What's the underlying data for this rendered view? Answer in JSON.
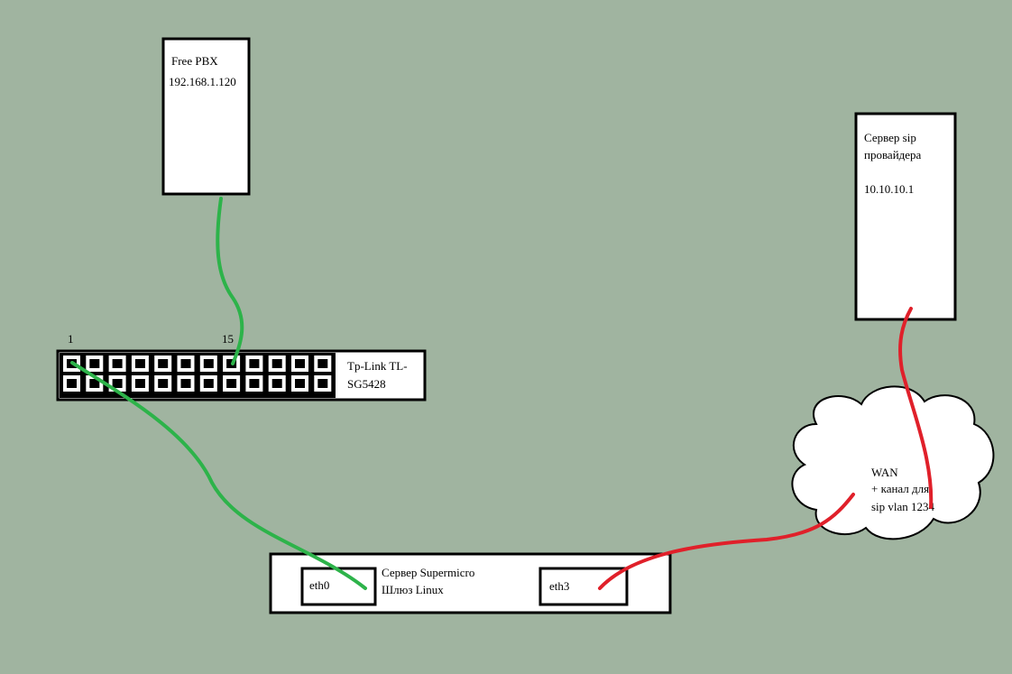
{
  "colors": {
    "background": "#a0b4a0",
    "box_fill": "#ffffff",
    "box_stroke": "#000000",
    "cable_lan": "#2db34a",
    "cable_wan": "#e0202a"
  },
  "pbx": {
    "name": "Free PBX",
    "ip": "192.168.1.120"
  },
  "provider": {
    "line1": "Сервер sip",
    "line2": "провайдера",
    "ip": "10.10.10.1"
  },
  "switch": {
    "label_line1": "Tp-Link TL-",
    "label_line2": "SG5428",
    "port_first": "1",
    "port_fifteen": "15",
    "ports_per_row": 12,
    "rows": 2
  },
  "gateway": {
    "line1": "Сервер Supermicro",
    "line2": "Шлюз Linux",
    "eth0": "eth0",
    "eth3": "eth3"
  },
  "cloud": {
    "line1": "WAN",
    "line2": "+ канал для",
    "line3": "sip vlan 1234"
  }
}
